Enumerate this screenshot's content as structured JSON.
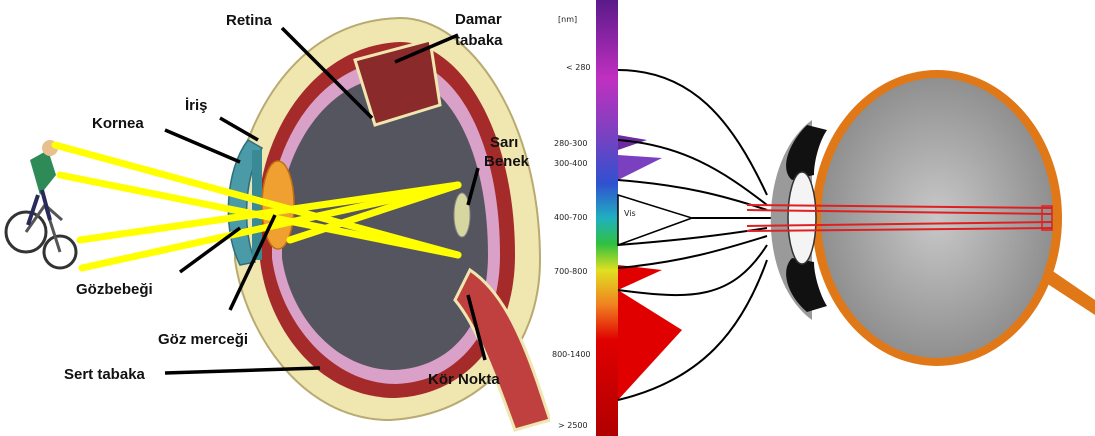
{
  "left_diagram": {
    "labels": {
      "retina": "Retina",
      "damar_tabaka_1": "Damar",
      "damar_tabaka_2": "tabaka",
      "iris": "İriş",
      "kornea": "Kornea",
      "sari_benek_1": "Sarı",
      "sari_benek_2": "Benek",
      "gozbebegi": "Gözbebeği",
      "goz_mercegi": "Göz merceği",
      "sert_tabaka": "Sert tabaka",
      "kor_nokta": "Kör Nokta"
    },
    "colors": {
      "light_rays": "#ffff00",
      "sclera": "#efe6b0",
      "choroid": "#a52a2a",
      "retina": "#d9a0c8",
      "lens": "#f0a030",
      "cornea": "#4a9aa8",
      "interior": "#555560"
    }
  },
  "right_diagram": {
    "scale_unit": "[nm]",
    "wavelength_ticks": [
      "< 280",
      "280-300",
      "300-400",
      "400-700",
      "700-800",
      "800-1400",
      "> 2500"
    ],
    "visible_label": "Vis",
    "colors": {
      "outer_shell": "#e07818",
      "eyeball": "#b8b8b8",
      "beam": "#e02020",
      "uv_band": "#6a2ca0",
      "ir_band": "#e00000"
    }
  }
}
